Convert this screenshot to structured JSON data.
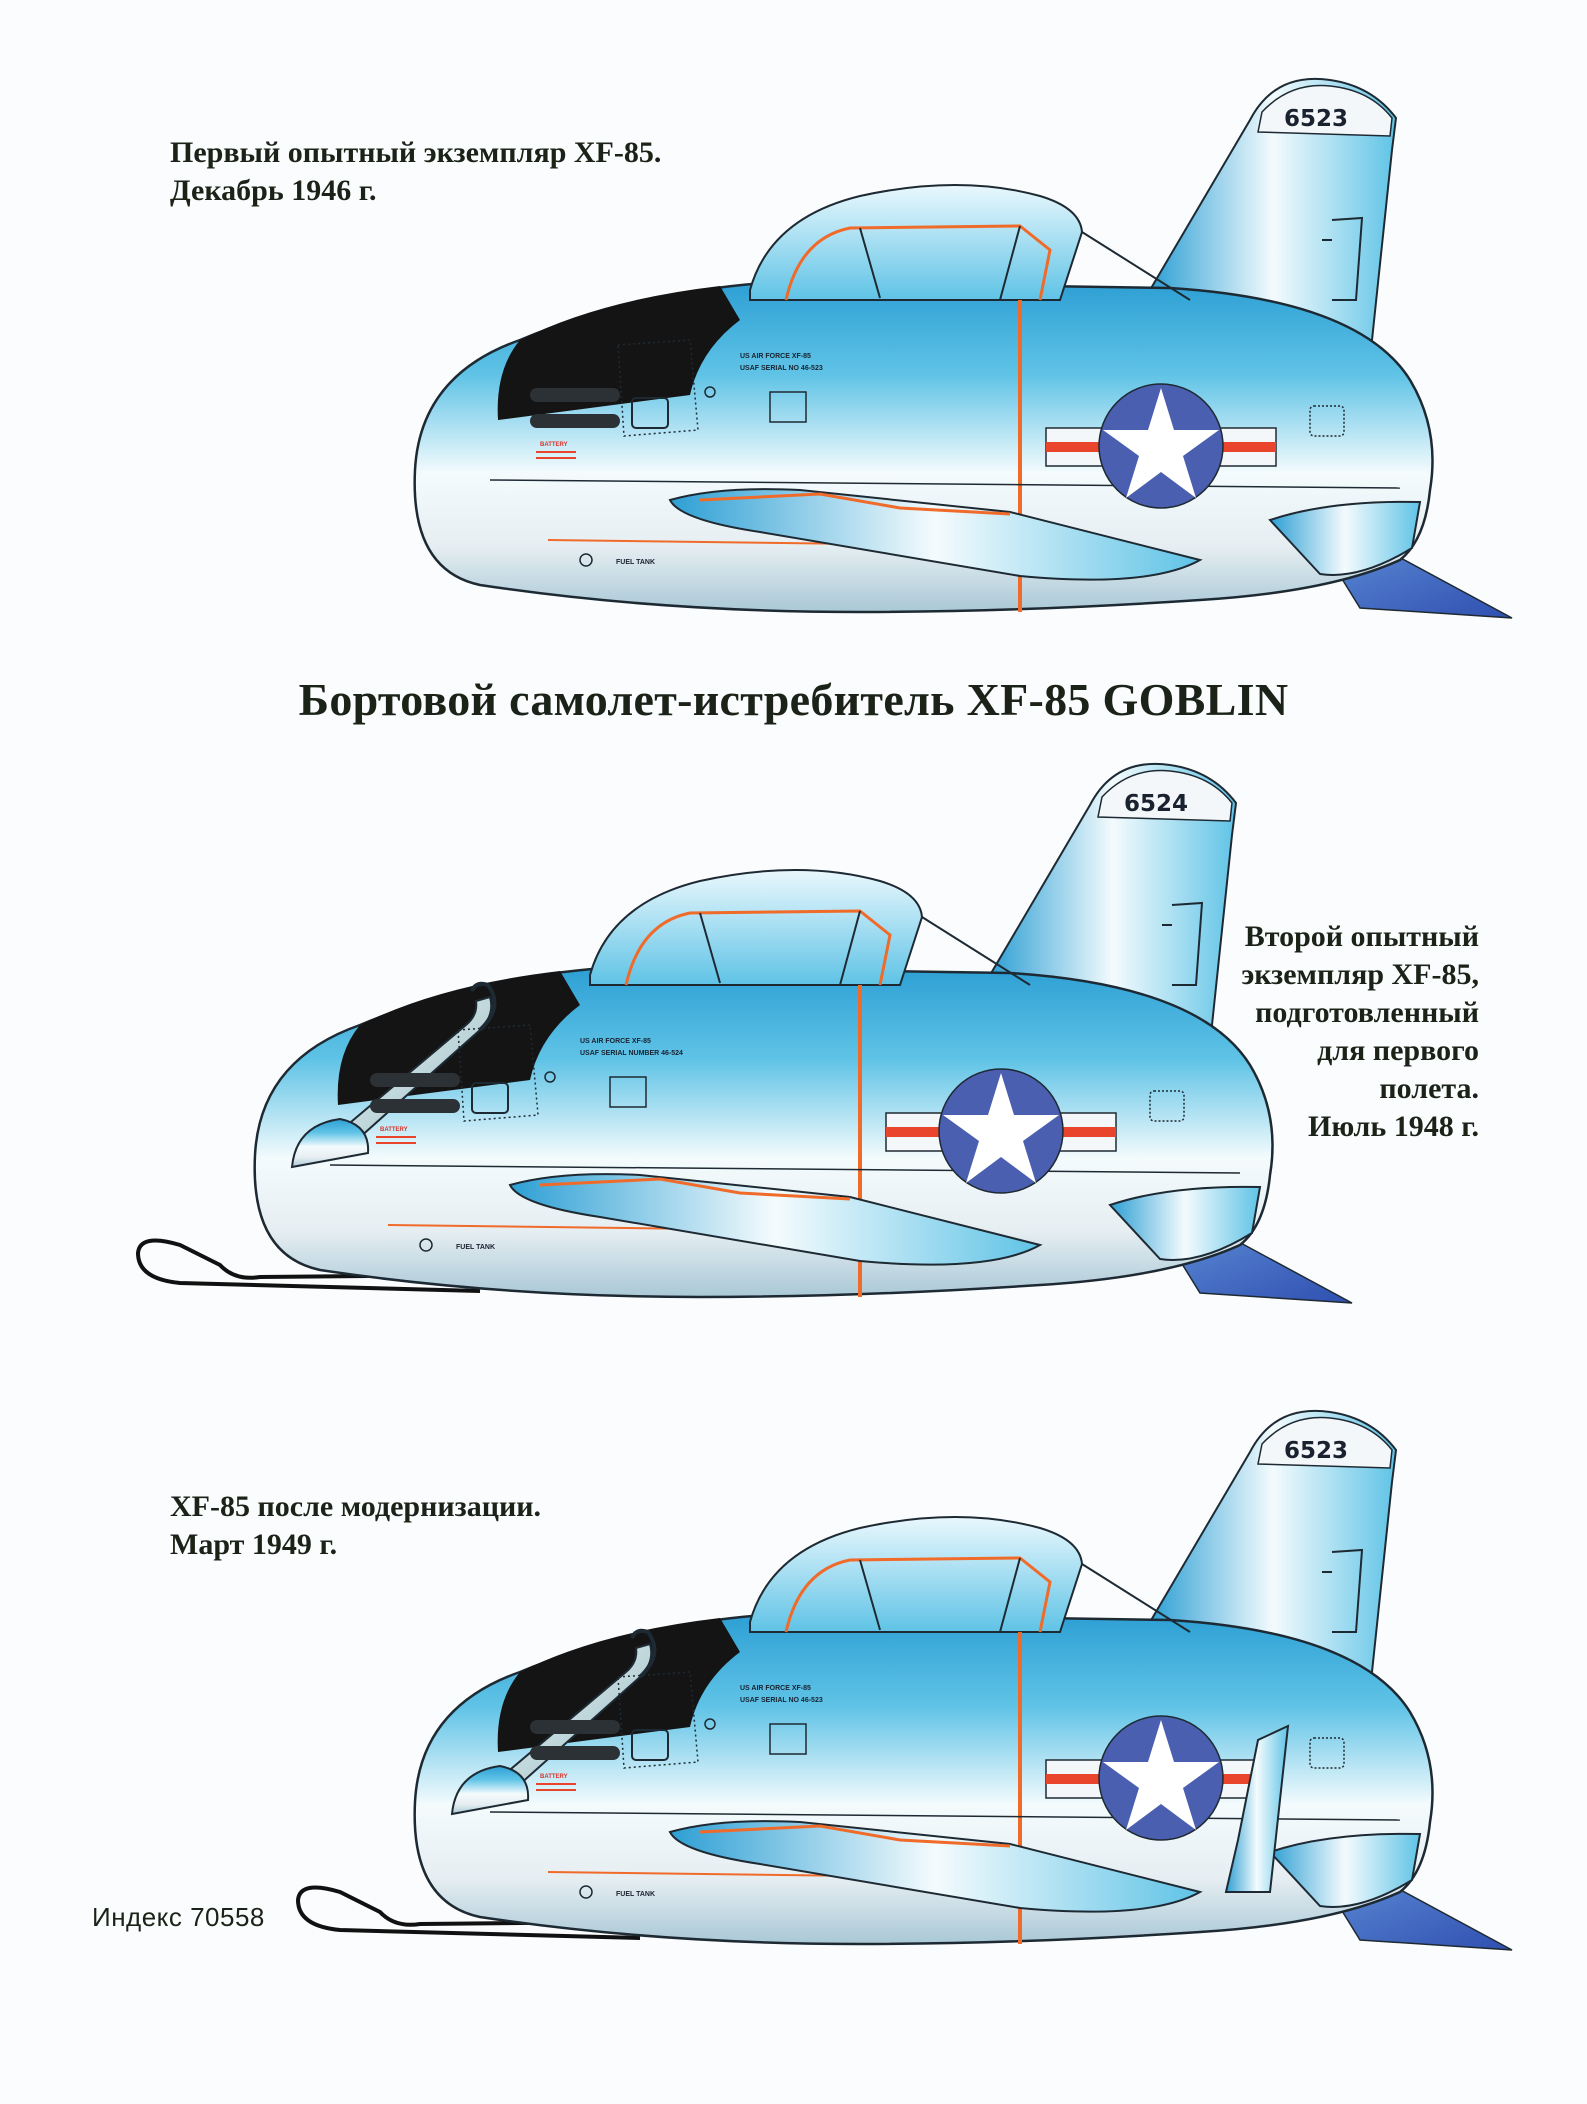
{
  "title": "Бортовой самолет-истребитель XF-85 GOBLIN",
  "captions": {
    "first": [
      "Первый опытный экземпляр XF-85.",
      "Декабрь 1946 г."
    ],
    "second": [
      "Второй опытный",
      "экземпляр XF-85,",
      "подготовленный",
      "для первого",
      "полета.",
      "Июль 1948 г."
    ],
    "third": [
      "XF-85 после модернизации.",
      "Март 1949 г."
    ]
  },
  "aircraft": [
    {
      "tail_number": "6523",
      "stencil_lines": [
        "US AIR FORCE XF-85",
        "USAF SERIAL NO 46-523"
      ],
      "fuel_tank": "FUEL TANK",
      "battery": "BATTERY",
      "hook_extended": false,
      "skid": false,
      "ventral_fin": false
    },
    {
      "tail_number": "6524",
      "stencil_lines": [
        "US AIR FORCE XF-85",
        "USAF SERIAL NUMBER 46-524"
      ],
      "fuel_tank": "FUEL TANK",
      "battery": "BATTERY",
      "hook_extended": true,
      "skid": true,
      "ventral_fin": false
    },
    {
      "tail_number": "6523",
      "stencil_lines": [
        "US AIR FORCE XF-85",
        "USAF SERIAL NO 46-523"
      ],
      "fuel_tank": "FUEL TANK",
      "battery": "BATTERY",
      "hook_extended": true,
      "skid": true,
      "ventral_fin": true
    }
  ],
  "index_label": "Индекс 70558",
  "colors": {
    "fuselage_light": "#f4fbfd",
    "fuselage_blue": "#5fc3e6",
    "fuselage_deep": "#2d9fd4",
    "anti_glare": "#141414",
    "orange_line": "#f06a2a",
    "roundel_blue": "#4b5fb0",
    "red_stripe": "#e8452c"
  },
  "icons": {
    "roundel": "usaf-star-and-bar-icon",
    "hook": "retractable-hook-icon"
  }
}
